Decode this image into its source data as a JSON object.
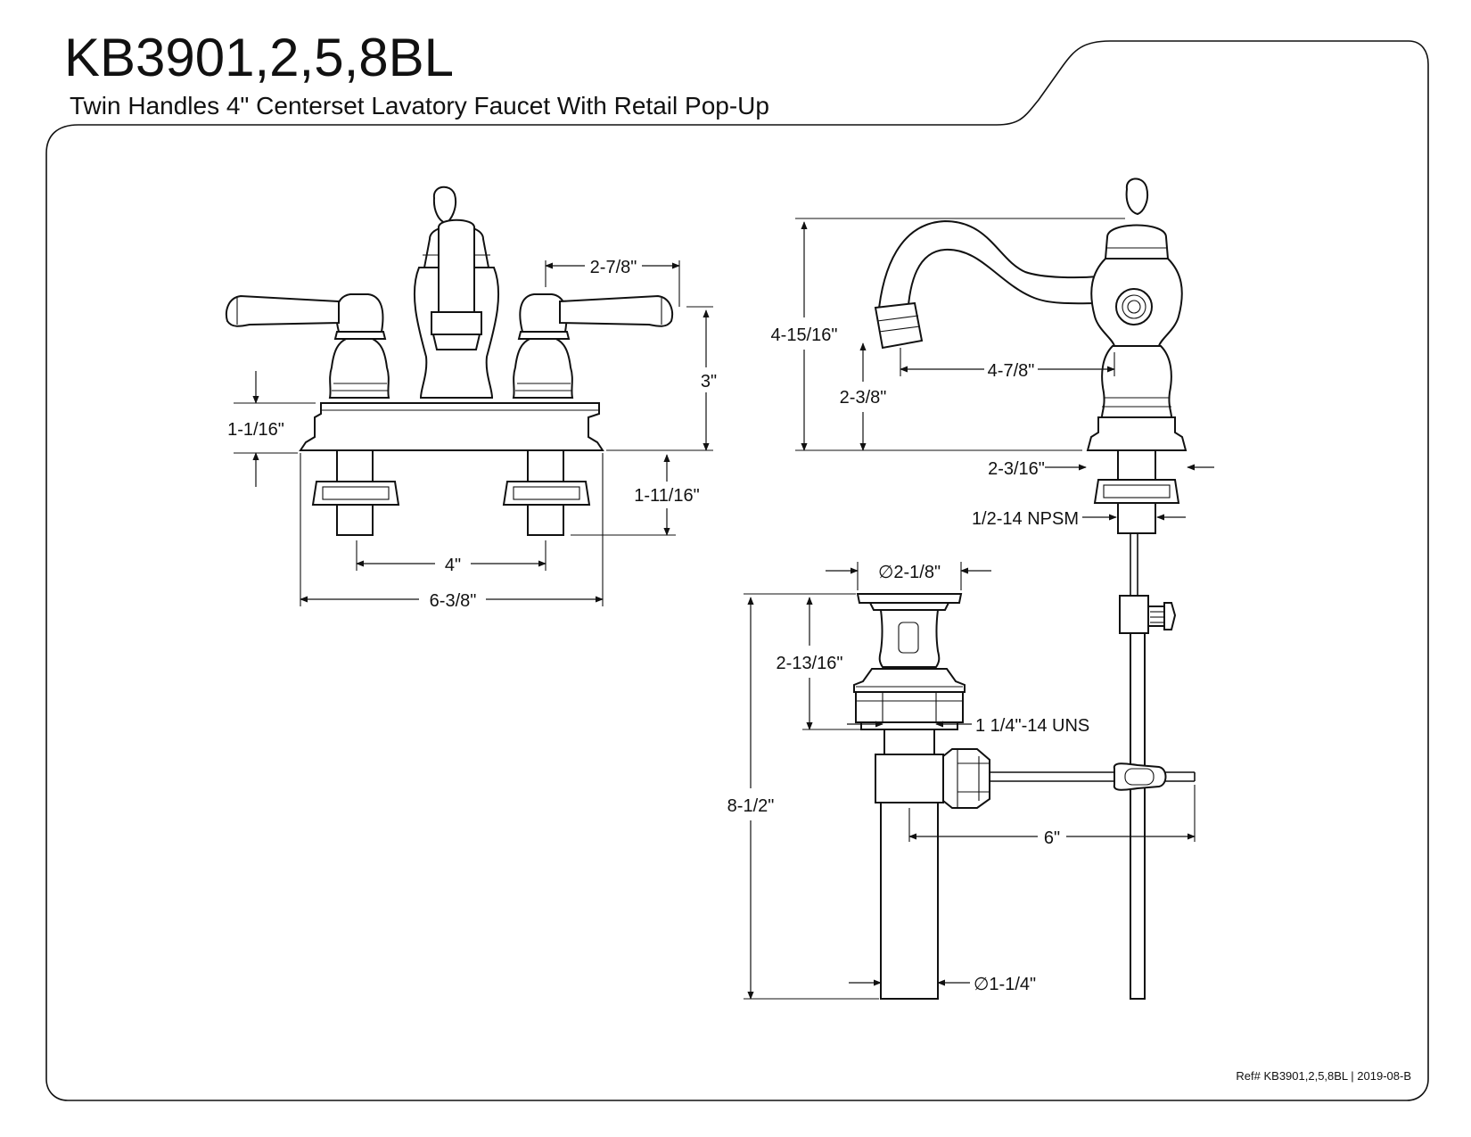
{
  "header": {
    "model": "KB3901,2,5,8BL",
    "subtitle": "Twin Handles 4\" Centerset Lavatory Faucet With Retail Pop-Up"
  },
  "front_view": {
    "handle_spacing": "2-7/8\"",
    "height": "3\"",
    "deck_height": "1-1/16\"",
    "shank_length": "1-11/16\"",
    "centers": "4\"",
    "overall_width": "6-3/8\""
  },
  "side_view": {
    "overall_height": "4-15/16\"",
    "spout_height": "2-3/8\"",
    "spout_reach": "4-7/8\"",
    "base_width": "2-3/16\"",
    "supply_thread": "1/2-14 NPSM"
  },
  "drain": {
    "flange_diameter": "∅2-1/8\"",
    "body_height": "2-13/16\"",
    "thread": "1 1/4\"-14 UNS",
    "overall_length": "8-1/2\"",
    "rod_length": "6\"",
    "tailpiece_diameter": "∅1-1/4\""
  },
  "footer": {
    "reference": "Ref# KB3901,2,5,8BL | 2019-08-B"
  }
}
